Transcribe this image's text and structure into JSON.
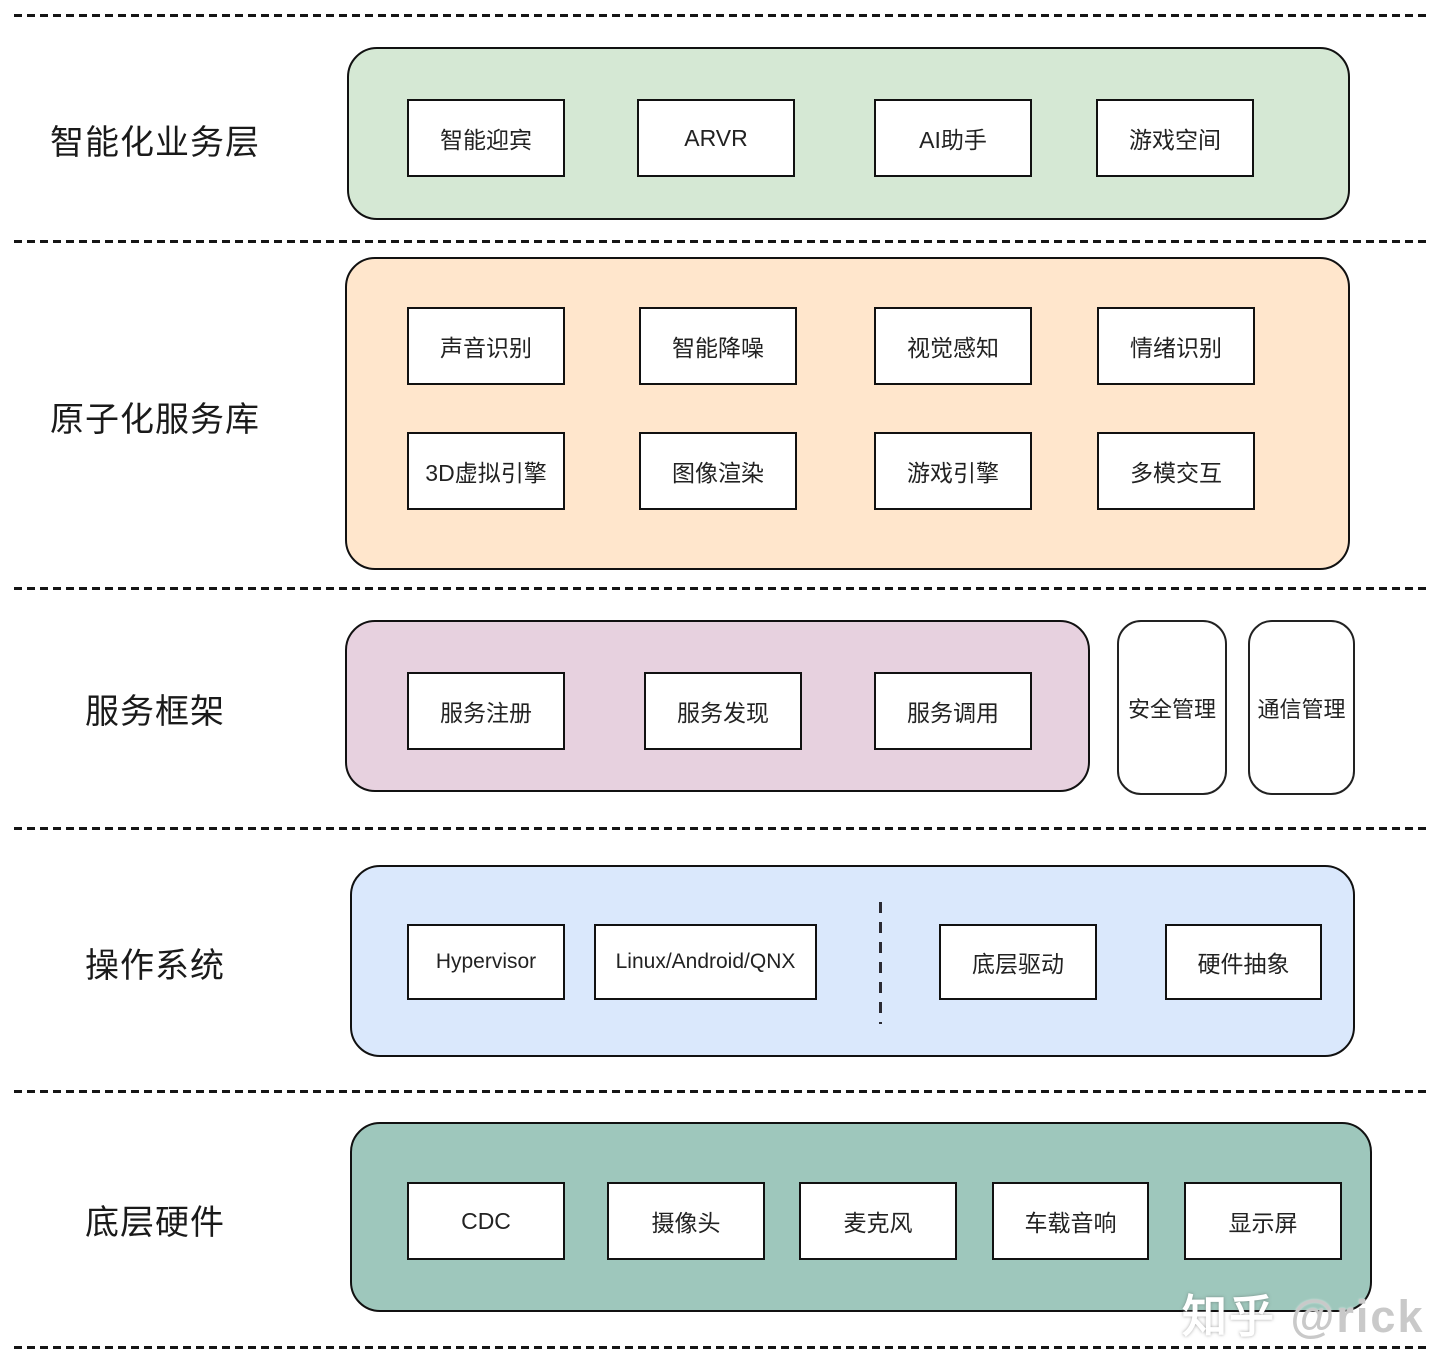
{
  "layers": [
    {
      "id": "business",
      "label": "智能化业务层",
      "color": "#d5e8d4",
      "boxes": [
        "智能迎宾",
        "ARVR",
        "AI助手",
        "游戏空间"
      ]
    },
    {
      "id": "atomic-services",
      "label": "原子化服务库",
      "color": "#ffe6cc",
      "rows": [
        [
          "声音识别",
          "智能降噪",
          "视觉感知",
          "情绪识别"
        ],
        [
          "3D虚拟引擎",
          "图像渲染",
          "游戏引擎",
          "多模交互"
        ]
      ]
    },
    {
      "id": "service-framework",
      "label": "服务框架",
      "color": "#e7d1df",
      "boxes": [
        "服务注册",
        "服务发现",
        "服务调用"
      ],
      "side_boxes": [
        "安全管理",
        "通信管理"
      ]
    },
    {
      "id": "operating-system",
      "label": "操作系统",
      "color": "#dae8fc",
      "left_boxes": [
        "Hypervisor",
        "Linux/Android/QNX"
      ],
      "right_boxes": [
        "底层驱动",
        "硬件抽象"
      ]
    },
    {
      "id": "hardware",
      "label": "底层硬件",
      "color": "#9ec7bc",
      "boxes": [
        "CDC",
        "摄像头",
        "麦克风",
        "车载音响",
        "显示屏"
      ]
    }
  ],
  "watermark": {
    "brand": "知乎",
    "handle": "@rick"
  }
}
